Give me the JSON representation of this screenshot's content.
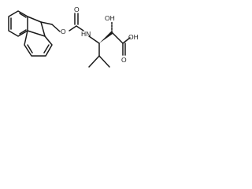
{
  "atoms": {
    "o_ester": "O",
    "o_carbonyl": "O",
    "hn": "HN",
    "oh": "OH",
    "acid_oh": "OH",
    "acid_o": "O"
  },
  "colors": {
    "bond": "#1a1a1a",
    "background": "#ffffff"
  }
}
